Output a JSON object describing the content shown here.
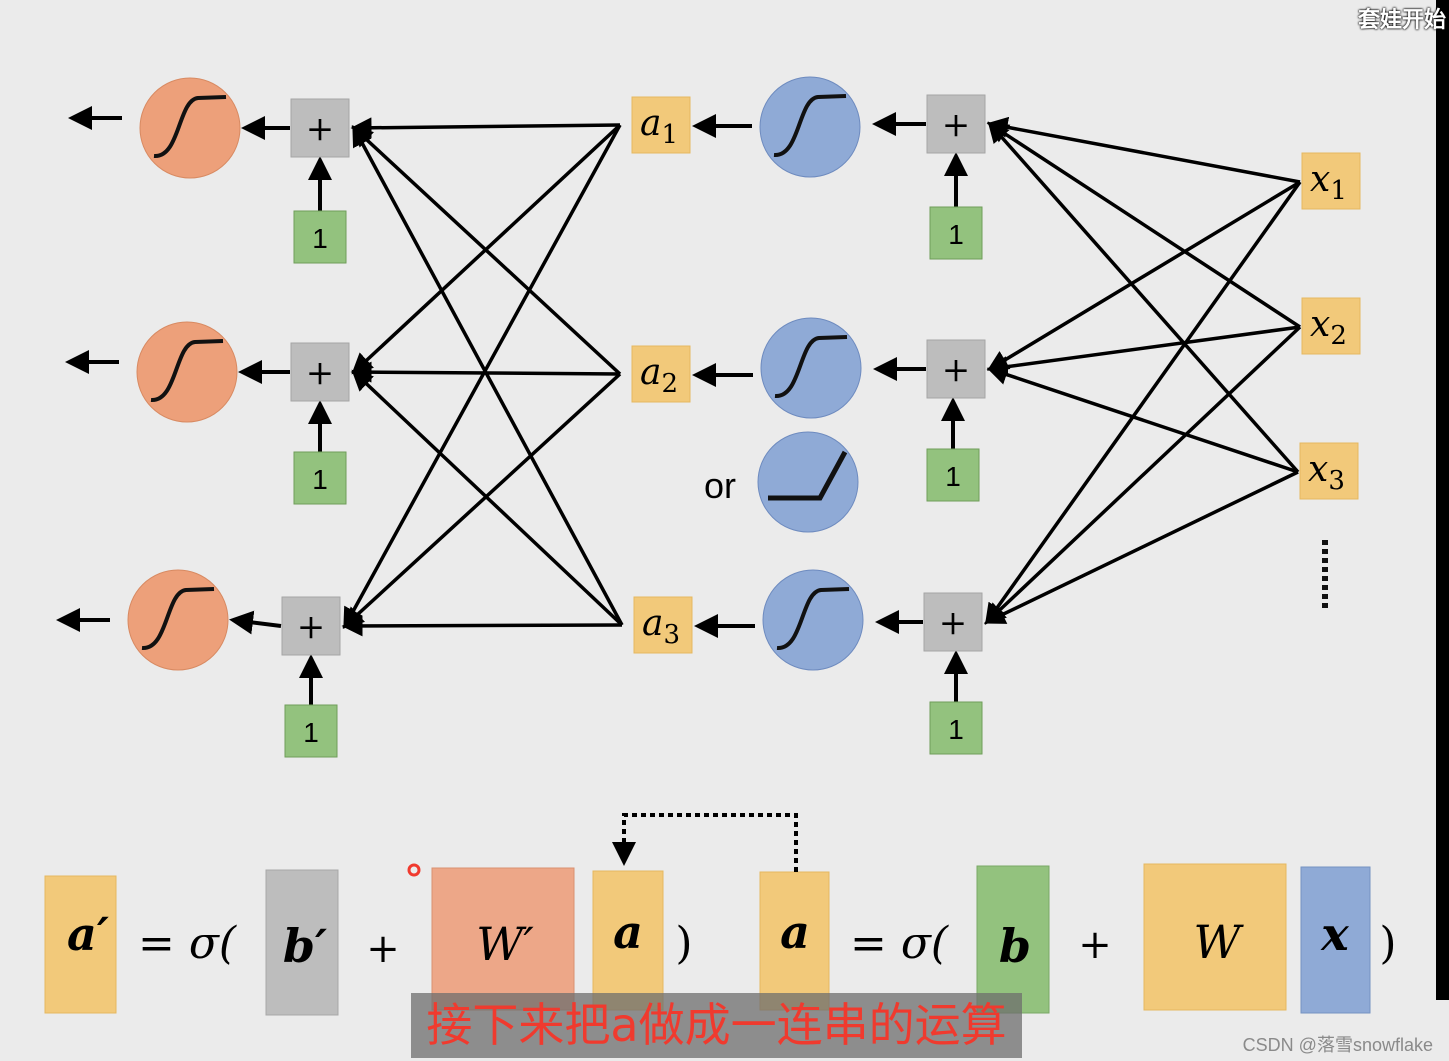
{
  "colors": {
    "background": "#ebebeb",
    "orange": "#eda07a",
    "blue": "#8faad6",
    "yellow": "#f2c97a",
    "gray": "#bdbdbd",
    "green": "#93c27e",
    "subtitle_text": "#f03a2e"
  },
  "diagram": {
    "plus_label": "+",
    "bias_label": "1",
    "or_label": "or",
    "hidden_outputs": [
      {
        "base": "a",
        "sub": "1"
      },
      {
        "base": "a",
        "sub": "2"
      },
      {
        "base": "a",
        "sub": "3"
      }
    ],
    "inputs": [
      {
        "base": "x",
        "sub": "1"
      },
      {
        "base": "x",
        "sub": "2"
      },
      {
        "base": "x",
        "sub": "3"
      }
    ],
    "icons": [
      "sigmoid-icon",
      "relu-icon",
      "arrow-left-icon",
      "vertical-ellipsis-icon"
    ]
  },
  "equation": {
    "lhs1": "a′",
    "eq1": "= σ(",
    "b1": "b′",
    "plus1": "+",
    "W1": "W′",
    "a_in": "a",
    "close1": ")",
    "lhs2": "a",
    "eq2": "= σ(",
    "b2": "b",
    "plus2": "+",
    "W2": "W",
    "x": "x",
    "close2": ")"
  },
  "overlay": {
    "subtitle": "接下来把a做成一连串的运算",
    "watermark": "CSDN @落雪snowflake",
    "corner_text": "套娃开始"
  }
}
